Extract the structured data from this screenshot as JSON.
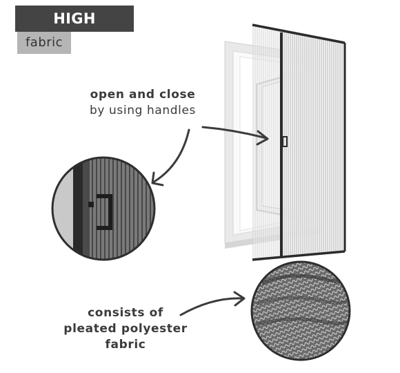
{
  "badge": {
    "title": "HIGH QUALITY",
    "subtitle": "fabric"
  },
  "callouts": {
    "open_close": {
      "line1": "open and close",
      "line2": "by using handles"
    },
    "fabric": {
      "line1": "consists of",
      "line2": "pleated polyester",
      "line3": "fabric"
    }
  },
  "colors": {
    "badge_dark": "#444444",
    "badge_light": "#b5b5b5",
    "text": "#3b3b3b",
    "frame": "#2b2b2b"
  },
  "icons": [
    "arrow-to-handle-icon",
    "arrow-to-zoom-icon",
    "arrow-to-fabric-icon"
  ]
}
